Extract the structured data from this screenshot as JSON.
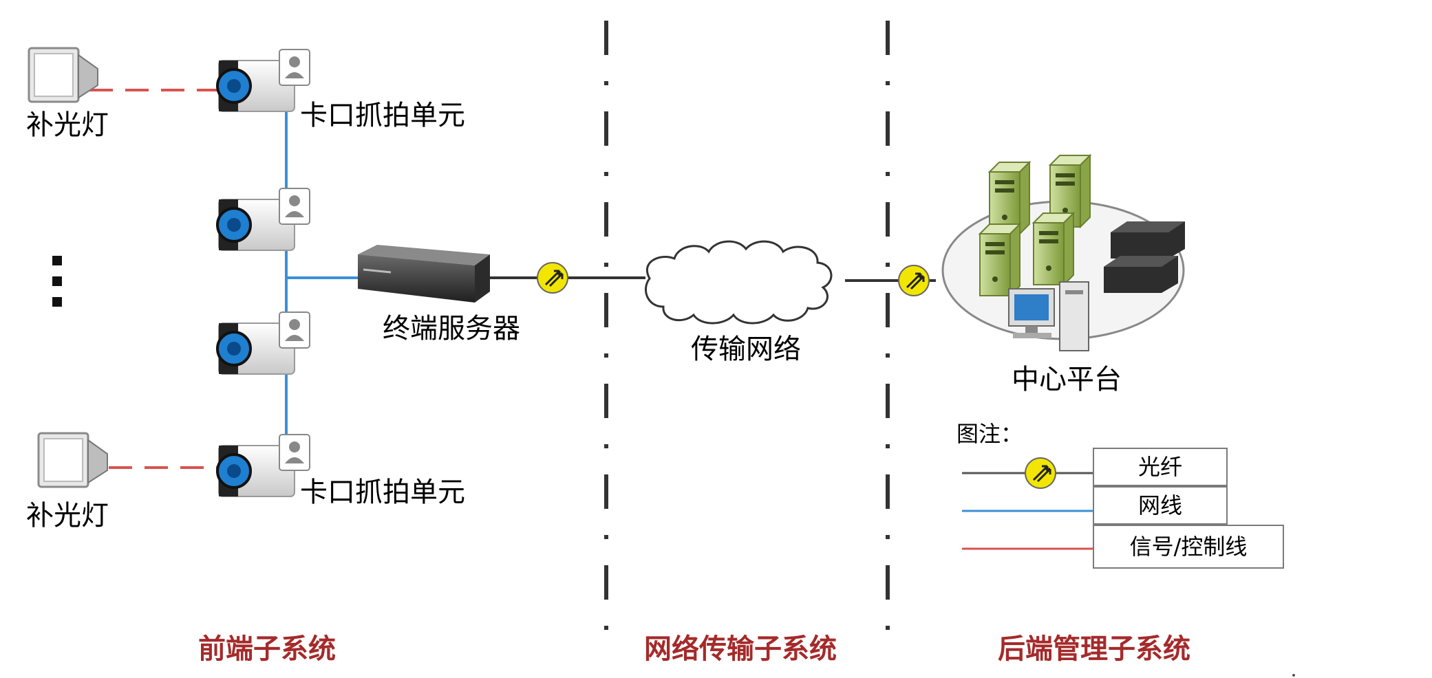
{
  "labels": {
    "fill_light_top": "补光灯",
    "fill_light_bottom": "补光灯",
    "checkpoint_top": "卡口抓拍单元",
    "checkpoint_bottom": "卡口抓拍单元",
    "terminal_server": "终端服务器",
    "transmission_network": "传输网络",
    "center_platform": "中心平台"
  },
  "sections": {
    "front_end": "前端子系统",
    "network": "网络传输子系统",
    "back_end": "后端管理子系统"
  },
  "legend": {
    "title": "图注：",
    "items": [
      {
        "label": "光纤",
        "line_color": "#555555"
      },
      {
        "label": "网线",
        "line_color": "#3a8fd8"
      },
      {
        "label": "信号/控制线",
        "line_color": "#d9534f"
      }
    ]
  },
  "colors": {
    "section_text": "#a52a2a",
    "network_line": "#3a8fd8",
    "signal_line": "#d9534f",
    "fiber_line": "#333333",
    "fiber_marker": "#f2e600"
  }
}
